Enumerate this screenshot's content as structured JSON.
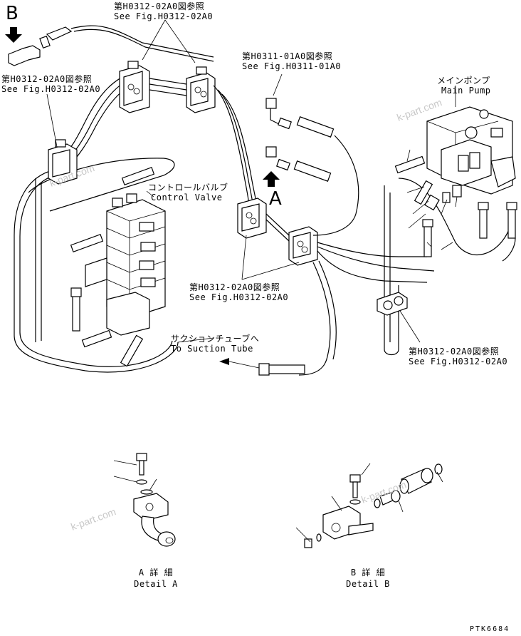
{
  "refs": {
    "top_center": {
      "jp": "第H0312-02A0図参照",
      "en": "See Fig.H0312-02A0"
    },
    "top_left": {
      "jp": "第H0312-02A0図参照",
      "en": "See Fig.H0312-02A0"
    },
    "top_mid": {
      "jp": "第H0311-01A0図参照",
      "en": "See Fig.H0311-01A0"
    },
    "center": {
      "jp": "第H0312-02A0図参照",
      "en": "See Fig.H0312-02A0"
    },
    "right": {
      "jp": "第H0312-02A0図参照",
      "en": "See Fig.H0312-02A0"
    }
  },
  "components": {
    "main_pump": {
      "jp": "メインポンプ",
      "en": "Main Pump"
    },
    "control_valve": {
      "jp": "コントロールバルブ",
      "en": "Control Valve"
    },
    "suction_tube": {
      "jp": "サクションチューブへ",
      "en": "To Suction Tube"
    }
  },
  "markers": {
    "a": "A",
    "b": "B"
  },
  "details": {
    "a": {
      "jp": "A 詳 細",
      "en": "Detail A"
    },
    "b": {
      "jp": "B 詳 細",
      "en": "Detail B"
    }
  },
  "watermarks": [
    "k-part.com",
    "k-part.com",
    "k-part.com",
    "k-part.com"
  ],
  "drawing_code": "PTK6684"
}
